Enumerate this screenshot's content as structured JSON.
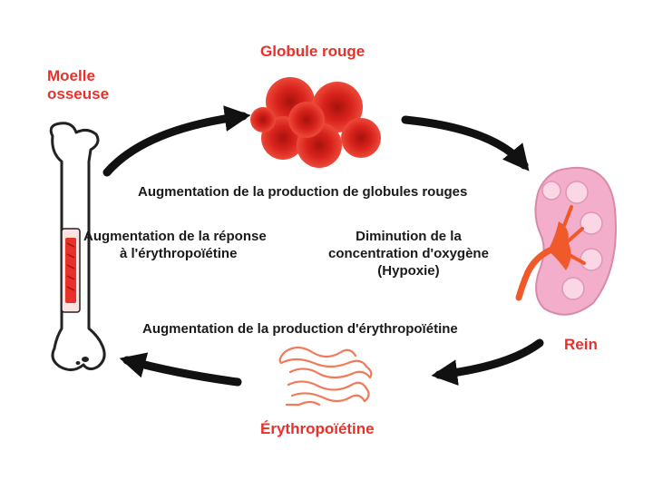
{
  "nodes": {
    "bone_marrow": {
      "line1": "Moelle",
      "line2": "osseuse"
    },
    "red_blood_cell": "Globule rouge",
    "kidney": "Rein",
    "epo": "Érythropoïétine"
  },
  "arrows": {
    "top": "Augmentation de la production de globules rouges",
    "left": {
      "line1": "Augmentation de la réponse",
      "line2": "à l'érythropoïétine"
    },
    "right": {
      "line1": "Diminution de la",
      "line2": "concentration d'oxygène",
      "line3": "(Hypoxie)"
    },
    "bottom": "Augmentation de la production d'érythropoïétine"
  },
  "colors": {
    "title_red": "#e8312a",
    "rbc_red": "#d8231c",
    "kidney_pink": "#f2aeca",
    "kidney_orange": "#f05a2a",
    "epo_orange": "#f07a5a",
    "arrow": "#111111"
  }
}
